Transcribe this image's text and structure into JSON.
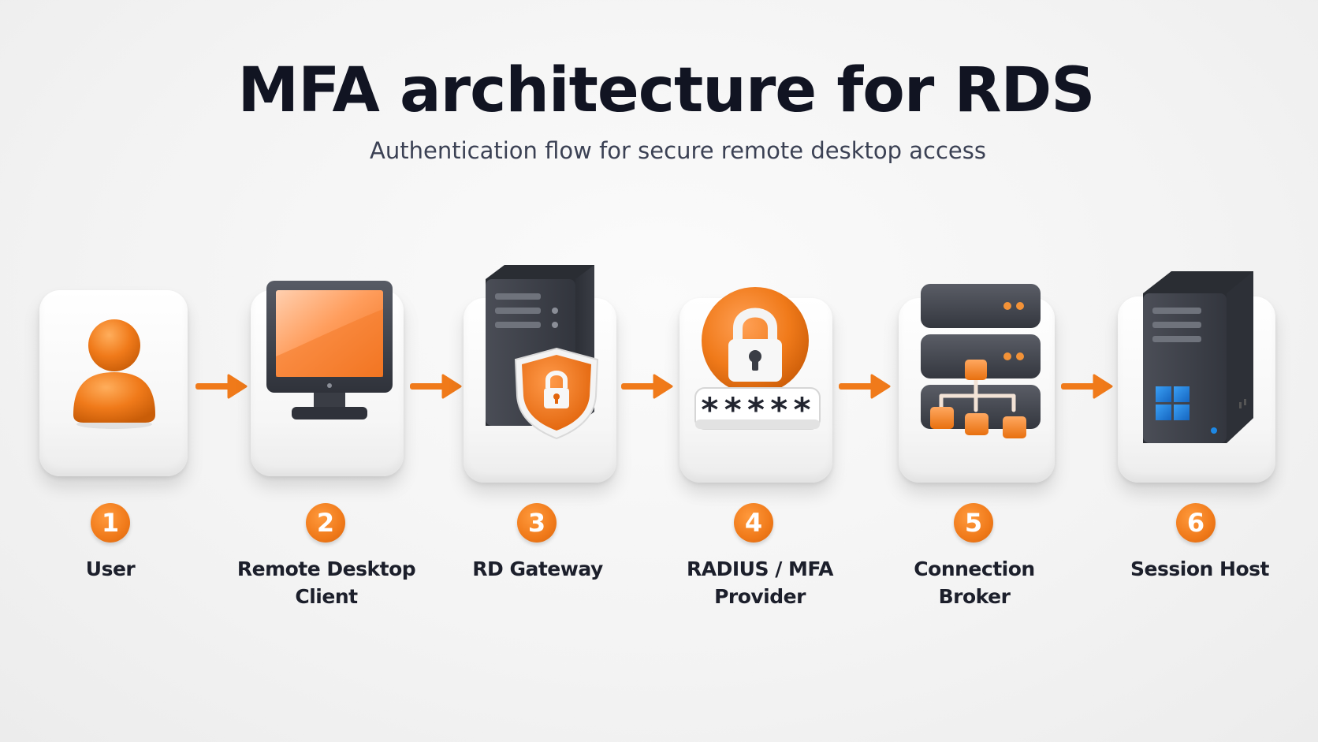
{
  "header": {
    "title": "MFA architecture for RDS",
    "subtitle": "Authentication flow for secure remote desktop access"
  },
  "steps": [
    {
      "number": "1",
      "label": "User",
      "icon": "user-icon"
    },
    {
      "number": "2",
      "label": "Remote Desktop\nClient",
      "icon": "monitor-icon"
    },
    {
      "number": "3",
      "label": "RD Gateway",
      "icon": "server-shield-icon"
    },
    {
      "number": "4",
      "label": "RADIUS / MFA\nProvider",
      "icon": "lock-password-icon"
    },
    {
      "number": "5",
      "label": "Connection\nBroker",
      "icon": "server-stack-network-icon"
    },
    {
      "number": "6",
      "label": "Session Host",
      "icon": "windows-server-icon"
    }
  ],
  "icons": {
    "password_mask": "*****"
  },
  "colors": {
    "accent": "#f07a1a",
    "dark": "#3d4049",
    "text": "#111422",
    "windows_blue": "#1e88e5"
  }
}
